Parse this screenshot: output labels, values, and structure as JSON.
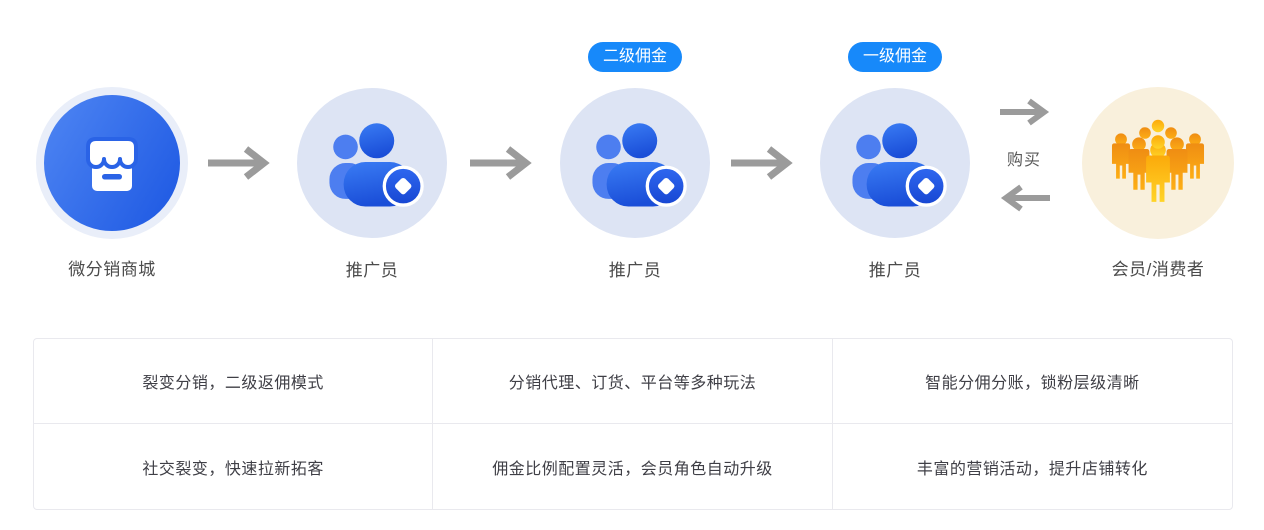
{
  "flow": {
    "nodes": [
      {
        "label": "微分销商城",
        "icon": "storefront-icon",
        "badge": null
      },
      {
        "label": "推广员",
        "icon": "promoter-icon",
        "badge": null
      },
      {
        "label": "推广员",
        "icon": "promoter-icon",
        "badge": "二级佣金"
      },
      {
        "label": "推广员",
        "icon": "promoter-icon",
        "badge": "一级佣金"
      },
      {
        "label": "会员/消费者",
        "icon": "crowd-icon",
        "badge": null
      }
    ],
    "purchase_label": "购买"
  },
  "feature_table": {
    "rows": [
      [
        "裂变分销，二级返佣模式",
        "分销代理、订货、平台等多种玩法",
        "智能分佣分账，锁粉层级清晰"
      ],
      [
        "社交裂变，快速拉新拓客",
        "佣金比例配置灵活，会员角色自动升级",
        "丰富的营销活动，提升店铺转化"
      ]
    ]
  },
  "colors": {
    "badge_blue": "#1789fa",
    "store_gradient_start": "#4f86f3",
    "store_gradient_end": "#1c57e2",
    "store_ring": "#e9eef9",
    "promoter_circle_bg": "#dde4f4",
    "crowd_circle_bg": "#f9f0dc",
    "crowd_orange": "#f1901a",
    "crowd_gold": "#ffd21f",
    "arrow_gray": "#9b9b9b",
    "label_text": "#4b4b4b",
    "table_border": "#e9e9ee",
    "table_text": "#3f3f46"
  }
}
